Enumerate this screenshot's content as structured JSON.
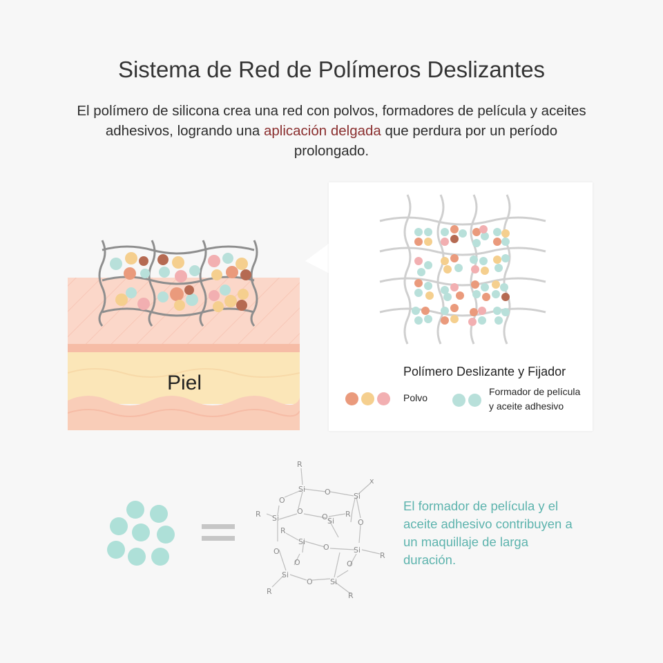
{
  "title": "Sistema de Red de Polímeros Deslizantes",
  "intro": {
    "part1": "El polímero de silicona crea una red con polvos, formadores de película y aceites adhesivos, logrando una ",
    "highlight": "aplicación delgada",
    "part2": " que perdura por un período prolongado."
  },
  "skin_label": "Piel",
  "legend": {
    "title": "Polímero Deslizante y Fijador",
    "powder_label": "Polvo",
    "film_label": "Formador de película y aceite adhesivo"
  },
  "structure": {
    "si": "Si",
    "o": "O",
    "r": "R",
    "x": "x"
  },
  "caption": "El formador de película y el aceite adhesivo contribuyen a un maquillaje de larga duración.",
  "colors": {
    "powder_orange": "#ea9a7c",
    "powder_yellow": "#f5cf8e",
    "powder_pink": "#f2afb1",
    "powder_brown": "#b56a52",
    "film_teal": "#b8e0da",
    "caption_teal": "#5cb3ad",
    "highlight_red": "#8a2f2f"
  }
}
